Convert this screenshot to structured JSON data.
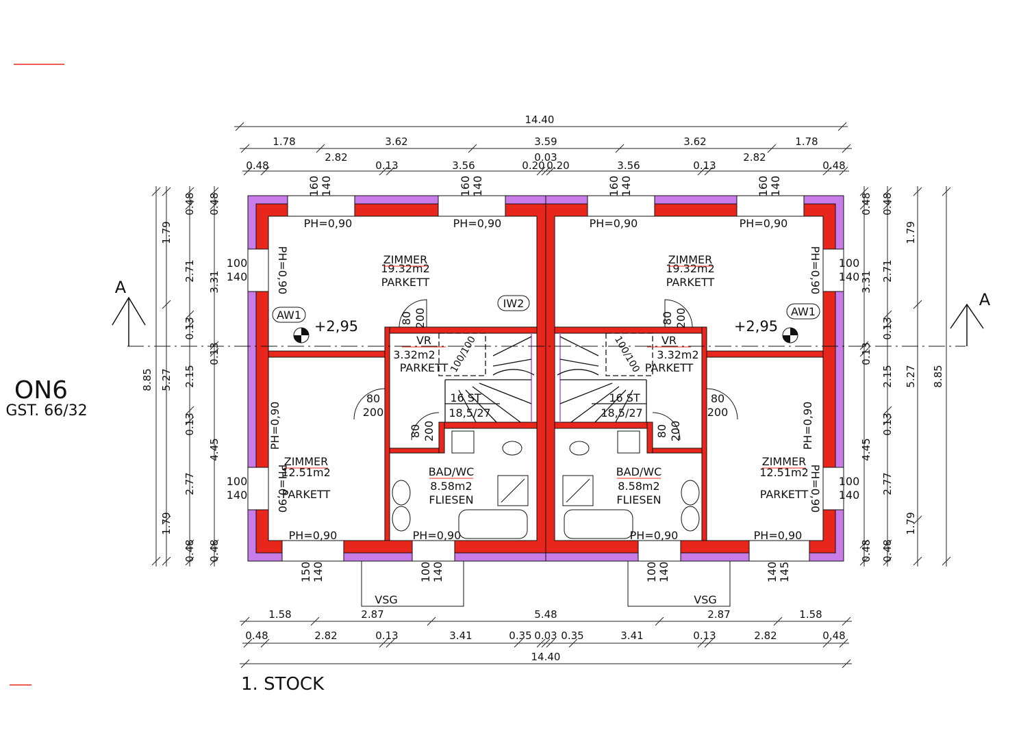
{
  "title": {
    "code": "ON6",
    "parcel": "GST. 66/32",
    "floor": "1. STOCK"
  },
  "colors": {
    "wall": "#e8261c",
    "insulation": "#c77ce8",
    "line": "#111111"
  },
  "dims_top": {
    "row1": [
      "14.40"
    ],
    "row2": [
      "1.78",
      "2.82",
      "3.62",
      "3.59",
      "0.03",
      "3.62",
      "2.82",
      "1.78"
    ],
    "row3": [
      "0.48",
      "0.13",
      "3.56",
      "0.20",
      "0.20",
      "3.56",
      "0.13",
      "0.48"
    ]
  },
  "dims_bottom": {
    "row1": [
      "1.58",
      "2.87",
      "5.48",
      "2.87",
      "1.58"
    ],
    "row2": [
      "0.48",
      "2.82",
      "0.13",
      "3.41",
      "0.35",
      "0.03",
      "0.35",
      "3.41",
      "0.13",
      "2.82",
      "0.48"
    ],
    "row3": [
      "14.40"
    ]
  },
  "dims_left": {
    "col1": [
      "8.85"
    ],
    "col2": [
      "1.79",
      "5.27",
      "1.79"
    ],
    "col3": [
      "0.48",
      "2.71",
      "0.13",
      "2.15",
      "0.13",
      "2.77",
      "0.48"
    ],
    "col4": [
      "0.48",
      "3.31",
      "0.13",
      "4.45",
      "0.48"
    ]
  },
  "dims_right": {
    "col1": [
      "0.48",
      "3.31",
      "0.13",
      "4.45",
      "0.48"
    ],
    "col2": [
      "0.48",
      "2.71",
      "0.13",
      "2.15",
      "0.13",
      "2.77",
      "0.48"
    ],
    "col3": [
      "1.79",
      "5.27",
      "1.79"
    ],
    "col4": [
      "8.85"
    ]
  },
  "rooms": [
    {
      "name": "ZIMMER",
      "area": "19.32m2",
      "floor": "PARKETT"
    },
    {
      "name": "ZIMMER",
      "area": "19.32m2",
      "floor": "PARKETT"
    },
    {
      "name": "ZIMMER",
      "area": "12.51m2",
      "floor": "PARKETT"
    },
    {
      "name": "ZIMMER",
      "area": "12.51m2",
      "floor": "PARKETT"
    },
    {
      "name": "VR",
      "area": "3.32m2",
      "floor": "PARKETT"
    },
    {
      "name": "VR",
      "area": "3.32m2",
      "floor": "PARKETT"
    },
    {
      "name": "BAD/WC",
      "area": "8.58m2",
      "floor": "FLIESEN"
    },
    {
      "name": "BAD/WC",
      "area": "8.58m2",
      "floor": "FLIESEN"
    }
  ],
  "stairs": [
    {
      "steps": "16 ST",
      "ratio": "18,5/27",
      "opening": "100/100"
    },
    {
      "steps": "16 ST",
      "ratio": "18,5/27",
      "opening": "100/100"
    }
  ],
  "parapet": [
    "PH=0,90",
    "PH=0,90",
    "PH=0,90",
    "PH=0,90",
    "PH=0,90",
    "PH=0,90",
    "PH=0,90",
    "PH=0,90",
    "PH=0,90",
    "PH=0,90",
    "PH=0,90",
    "PH=0,90",
    "PH=0,90",
    "PH=0,90"
  ],
  "window_sizes": [
    [
      "160",
      "140"
    ],
    [
      "160",
      "140"
    ],
    [
      "160",
      "140"
    ],
    [
      "160",
      "140"
    ],
    [
      "100",
      "140"
    ],
    [
      "100",
      "140"
    ],
    [
      "100",
      "140"
    ],
    [
      "100",
      "140"
    ],
    [
      "150",
      "140"
    ],
    [
      "100",
      "140"
    ],
    [
      "100",
      "140"
    ],
    [
      "140",
      "145"
    ]
  ],
  "door_sizes": [
    [
      "80",
      "200"
    ],
    [
      "80",
      "200"
    ],
    [
      "80",
      "200"
    ],
    [
      "80",
      "200"
    ],
    [
      "80",
      "200"
    ],
    [
      "80",
      "200"
    ]
  ],
  "wall_tags": [
    "AW1",
    "AW1",
    "IW2"
  ],
  "levels": [
    "+2,95",
    "+2,95"
  ],
  "section": [
    "A",
    "A"
  ],
  "glass": [
    "VSG",
    "VSG"
  ]
}
